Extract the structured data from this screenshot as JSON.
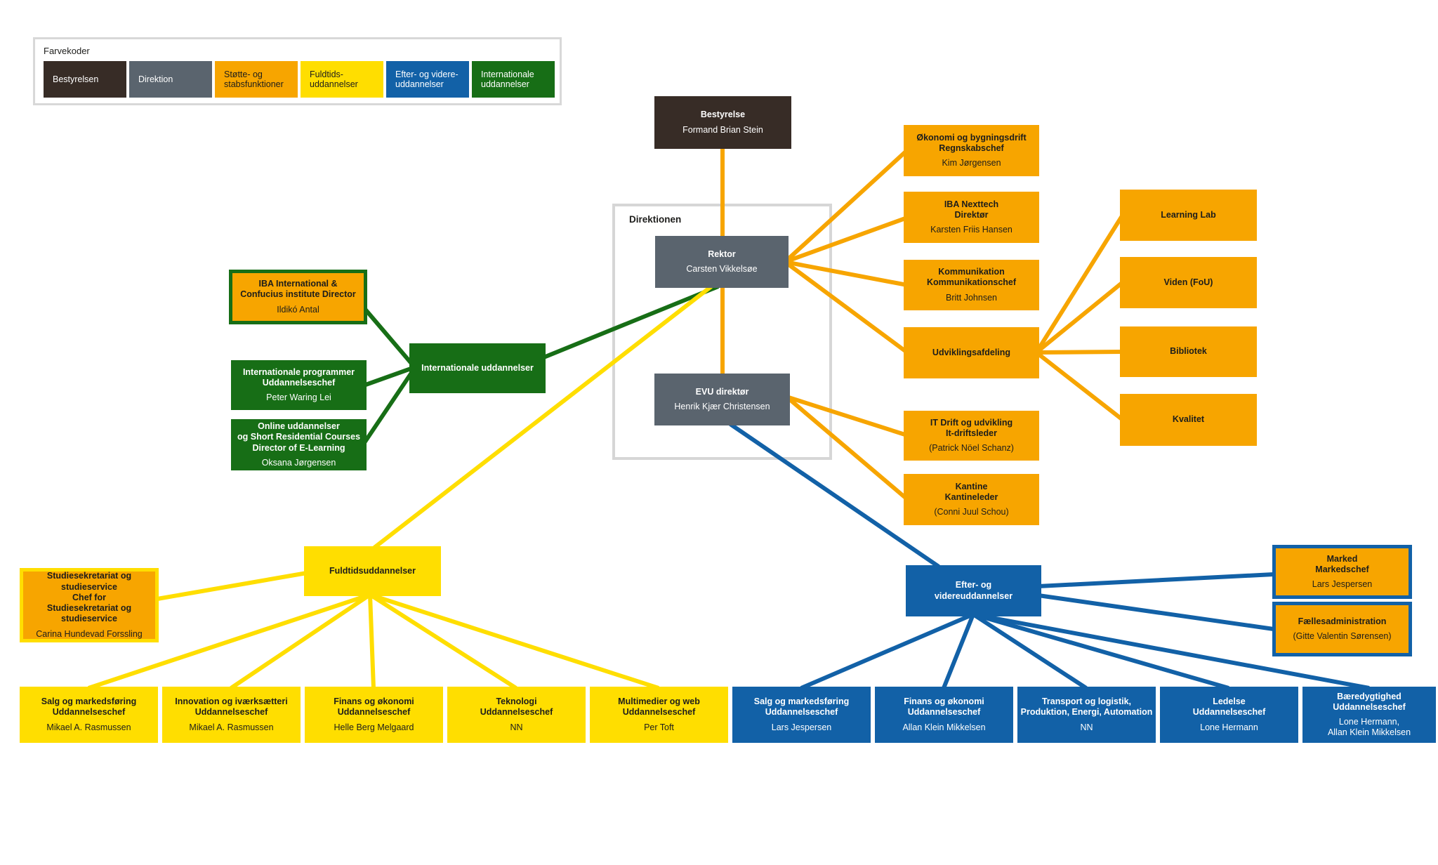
{
  "palette": {
    "brown": "#372C26",
    "gray": "#5A646E",
    "orange": "#F7A500",
    "yellow": "#FFDE00",
    "blue": "#1261A7",
    "green": "#176E16",
    "ink": "#1D1D1B"
  },
  "legend": {
    "title": "Farvekoder",
    "items": [
      {
        "label": "Bestyrelsen"
      },
      {
        "label": "Direktion"
      },
      {
        "label": "Støtte- og\nstabsfunktioner"
      },
      {
        "label": "Fuldtids-\nuddannelser"
      },
      {
        "label": "Efter- og videre-\nuddannelser"
      },
      {
        "label": "Internationale\nuddannelser"
      }
    ]
  },
  "direktionen_label": "Direktionen",
  "nodes": {
    "bestyrelse": {
      "title": "Bestyrelse",
      "name": "Formand Brian Stein"
    },
    "rektor": {
      "title": "Rektor",
      "name": "Carsten Vikkelsøe"
    },
    "evu": {
      "title": "EVU direktør",
      "name": "Henrik Kjær Christensen"
    },
    "okonomi": {
      "title": "Økonomi og bygningsdrift\nRegnskabschef",
      "name": "Kim Jørgensen"
    },
    "nexttech": {
      "title": "IBA Nexttech\nDirektør",
      "name": "Karsten Friis Hansen"
    },
    "kommunikation": {
      "title": "Kommunikation\nKommunikationschef",
      "name": "Britt Johnsen"
    },
    "udvikling": {
      "title": "Udviklingsafdeling"
    },
    "itdrift": {
      "title": "IT Drift og udvikling\nIt-driftsleder",
      "name": "(Patrick Nöel Schanz)"
    },
    "kantine": {
      "title": "Kantine\nKantineleder",
      "name": "(Conni Juul Schou)"
    },
    "learninglab": {
      "title": "Learning Lab"
    },
    "viden": {
      "title": "Viden (FoU)"
    },
    "bibliotek": {
      "title": "Bibliotek"
    },
    "kvalitet": {
      "title": "Kvalitet"
    },
    "iba_int": {
      "title": "IBA International &\nConfucius institute Director",
      "name": "Ildikó Antal"
    },
    "int_prog": {
      "title": "Internationale programmer\nUddannelseschef",
      "name": "Peter Waring Lei"
    },
    "online": {
      "title": "Online uddannelser\nog Short Residential Courses\nDirector of E-Learning",
      "name": "Oksana Jørgensen"
    },
    "int_hub": {
      "title": "Internationale uddannelser"
    },
    "studiesekretariat": {
      "title": "Studiesekretariat og\nstudieservice\nChef for\nStudiesekretariat og\nstudieservice",
      "name": "Carina Hundevad Forssling"
    },
    "ft_hub": {
      "title": "Fuldtidsuddannelser"
    },
    "ft_salg": {
      "title": "Salg og markedsføring\nUddannelseschef",
      "name": "Mikael A. Rasmussen"
    },
    "ft_innovation": {
      "title": "Innovation og iværksætteri\nUddannelseschef",
      "name": "Mikael A. Rasmussen"
    },
    "ft_finans": {
      "title": "Finans og økonomi\nUddannelseschef",
      "name": "Helle Berg Melgaard"
    },
    "ft_teknologi": {
      "title": "Teknologi\nUddannelseschef",
      "name": "NN"
    },
    "ft_multimedier": {
      "title": "Multimedier og web\nUddannelseschef",
      "name": "Per Toft"
    },
    "evu_hub": {
      "title": "Efter- og\nvidereuddannelser"
    },
    "marked": {
      "title": "Marked\nMarkedschef",
      "name": "Lars Jespersen"
    },
    "faelles": {
      "title": "Fællesadministration",
      "name": "(Gitte Valentin Sørensen)"
    },
    "evu_salg": {
      "title": "Salg og markedsføring\nUddannelseschef",
      "name": "Lars Jespersen"
    },
    "evu_finans": {
      "title": "Finans og økonomi\nUddannelseschef",
      "name": "Allan Klein Mikkelsen"
    },
    "evu_transport": {
      "title": "Transport og logistik,\nProduktion, Energi, Automation",
      "name": "NN"
    },
    "evu_ledelse": {
      "title": "Ledelse\nUddannelseschef",
      "name": "Lone Hermann"
    },
    "evu_baeredygtighed": {
      "title": "Bæredygtighed\nUddannelseschef",
      "name": "Lone Hermann,\nAllan Klein Mikkelsen"
    }
  },
  "edges": [
    {
      "from": "bestyrelse",
      "to": "rektor",
      "color": "orange"
    },
    {
      "from": "rektor",
      "to": "evu",
      "color": "orange"
    },
    {
      "from": "rektor",
      "to": "okonomi",
      "color": "orange"
    },
    {
      "from": "rektor",
      "to": "nexttech",
      "color": "orange"
    },
    {
      "from": "rektor",
      "to": "kommunikation",
      "color": "orange"
    },
    {
      "from": "rektor",
      "to": "udvikling",
      "color": "orange"
    },
    {
      "from": "udvikling",
      "to": "learninglab",
      "color": "orange"
    },
    {
      "from": "udvikling",
      "to": "viden",
      "color": "orange"
    },
    {
      "from": "udvikling",
      "to": "bibliotek",
      "color": "orange"
    },
    {
      "from": "udvikling",
      "to": "kvalitet",
      "color": "orange"
    },
    {
      "from": "evu",
      "to": "itdrift",
      "color": "orange"
    },
    {
      "from": "evu",
      "to": "kantine",
      "color": "orange"
    },
    {
      "from": "rektor",
      "to": "int_hub",
      "color": "green"
    },
    {
      "from": "int_hub",
      "to": "iba_int",
      "color": "green"
    },
    {
      "from": "int_hub",
      "to": "int_prog",
      "color": "green"
    },
    {
      "from": "int_hub",
      "to": "online",
      "color": "green"
    },
    {
      "from": "rektor",
      "to": "ft_hub",
      "color": "yellow"
    },
    {
      "from": "ft_hub",
      "to": "studiesekretariat",
      "color": "yellow"
    },
    {
      "from": "ft_hub",
      "to": "ft_salg",
      "color": "yellow"
    },
    {
      "from": "ft_hub",
      "to": "ft_innovation",
      "color": "yellow"
    },
    {
      "from": "ft_hub",
      "to": "ft_finans",
      "color": "yellow"
    },
    {
      "from": "ft_hub",
      "to": "ft_teknologi",
      "color": "yellow"
    },
    {
      "from": "ft_hub",
      "to": "ft_multimedier",
      "color": "yellow"
    },
    {
      "from": "evu",
      "to": "evu_hub",
      "color": "blue"
    },
    {
      "from": "evu_hub",
      "to": "marked",
      "color": "blue"
    },
    {
      "from": "evu_hub",
      "to": "faelles",
      "color": "blue"
    },
    {
      "from": "evu_hub",
      "to": "evu_salg",
      "color": "blue"
    },
    {
      "from": "evu_hub",
      "to": "evu_finans",
      "color": "blue"
    },
    {
      "from": "evu_hub",
      "to": "evu_transport",
      "color": "blue"
    },
    {
      "from": "evu_hub",
      "to": "evu_ledelse",
      "color": "blue"
    },
    {
      "from": "evu_hub",
      "to": "evu_baeredygtighed",
      "color": "blue"
    }
  ]
}
